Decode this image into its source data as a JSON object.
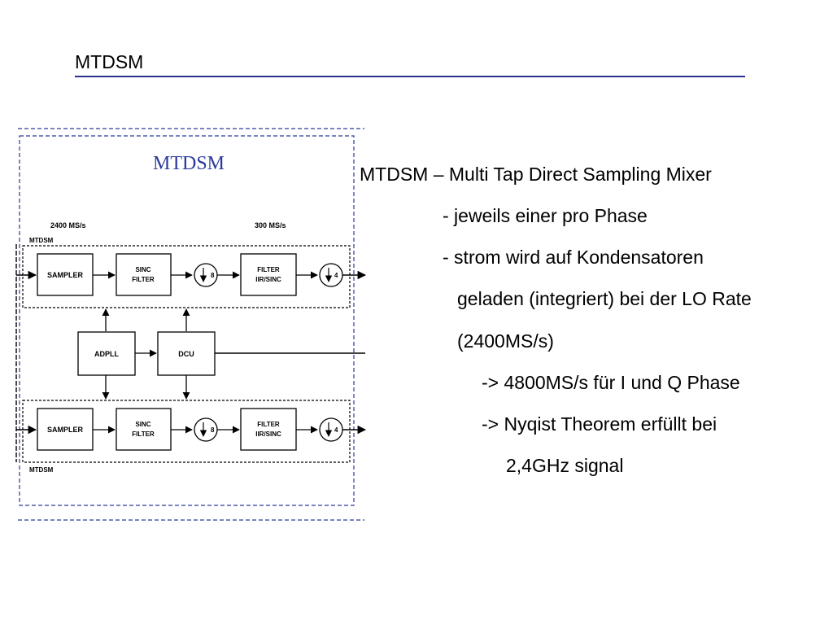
{
  "slide": {
    "title": "MTDSM"
  },
  "diagram": {
    "heading": "MTDSM",
    "rate_left": "2400 MS/s",
    "rate_right": "300 MS/s",
    "group_top_label": "MTDSM",
    "group_bottom_label": "MTDSM",
    "sampler": "SAMPLER",
    "sinc_line1": "SINC",
    "sinc_line2": "FILTER",
    "decim_8": "8",
    "filter_line1": "FILTER",
    "filter_line2": "IIR/SINC",
    "decim_4": "4",
    "adpll": "ADPLL",
    "dcu": "DCU"
  },
  "bullets": [
    "MTDSM – Multi Tap Direct Sampling Mixer",
    "- jeweils einer pro Phase",
    "- strom wird auf Kondensatoren",
    "geladen (integriert) bei der LO Rate",
    "(2400MS/s)",
    "-> 4800MS/s für I und Q Phase",
    "-> Nyqist Theorem erfüllt bei",
    "2,4GHz signal"
  ]
}
